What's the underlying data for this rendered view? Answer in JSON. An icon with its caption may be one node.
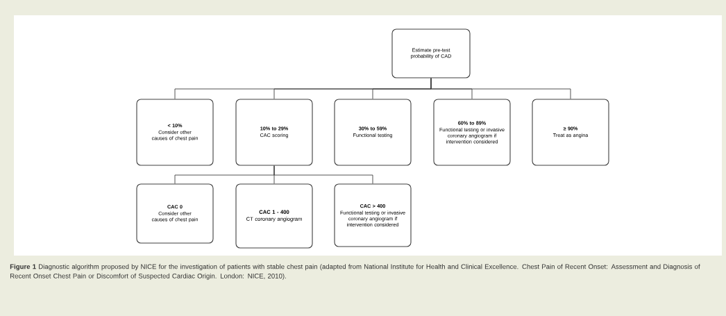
{
  "diagram": {
    "caption": "**Figure 1** Diagnostic algorithm proposed by NICE for the investigation of patients with stable chest pain (adapted from National Institute for Health and Clinical Excellence. Chest Pain of Recent Onset: Assessment and Diagnosis of Recent Onset Chest Pain or Discomfort of Suspected Cardiac Origin. London: NICE, 2010).",
    "nodes": [
      {
        "text": [
          "Estimate pre-test probability of CAD"
        ]
      },
      {
        "text": [
          "< 10%",
          "Consider other causes of chest pain"
        ]
      },
      {
        "text": [
          "10% to 29%",
          "CAC scoring"
        ]
      },
      {
        "text": [
          "30% to 59%",
          "Functional testing"
        ]
      },
      {
        "text": [
          "60% to 89%",
          "Functional testing or invasive coronary angiogram if intervention considered"
        ]
      },
      {
        "text": [
          "≥ 90%",
          "Treat as angina"
        ]
      },
      {
        "text": [
          "CAC 0",
          "Consider other causes of chest pain"
        ]
      },
      {
        "text": [
          "CAC 1 - 400",
          "CT coronary angiogram"
        ]
      },
      {
        "text": [
          "CAC > 400",
          "Functional testing or invasive coronary angiogram if intervention considered"
        ]
      }
    ],
    "edges": [
      {
        "from": 0,
        "to": 1,
        "arrow": "none"
      },
      {
        "from": 0,
        "to": 2,
        "arrow": "none"
      },
      {
        "from": 0,
        "to": 3,
        "arrow": "none"
      },
      {
        "from": 0,
        "to": 4,
        "arrow": "none"
      },
      {
        "from": 0,
        "to": 5,
        "arrow": "none"
      },
      {
        "from": 2,
        "to": 6,
        "arrow": "none"
      },
      {
        "from": 2,
        "to": 7,
        "arrow": "none"
      },
      {
        "from": 2,
        "to": 8,
        "arrow": "none"
      }
    ]
  }
}
